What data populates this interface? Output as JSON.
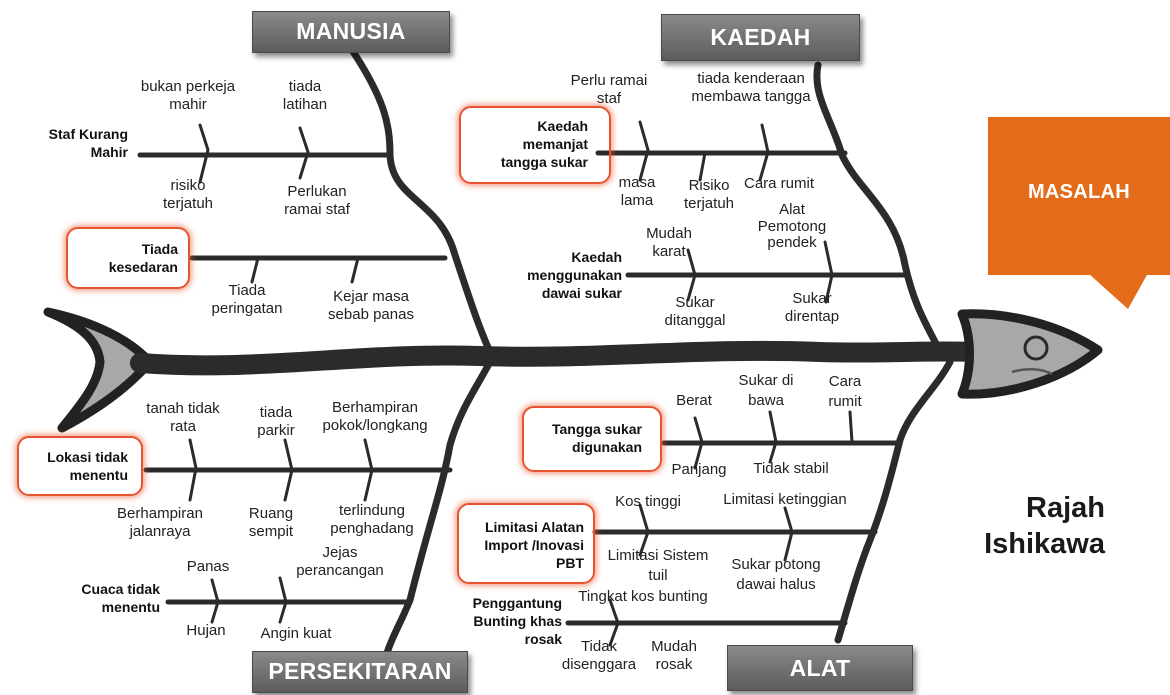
{
  "categories": {
    "manusia": "MANUSIA",
    "kaedah": "KAEDAH",
    "persekitaran": "PERSEKITARAN",
    "alat": "ALAT"
  },
  "problem": "MASALAH",
  "title_line1": "Rajah",
  "title_line2": "Ishikawa",
  "colors": {
    "category_box": "#6e6e6e",
    "problem_box": "#e46b1a",
    "highlight": "#e8532f",
    "bone": "#2b2b2b"
  },
  "manusia": {
    "cause1": {
      "line1": "Staf Kurang",
      "line2": "Mahir"
    },
    "cause1_sub": {
      "bukan_perkeja": "bukan perkeja",
      "mahir": "mahir",
      "tiada": "tiada",
      "latihan": "latihan",
      "risiko": "risiko",
      "terjatuh": "terjatuh",
      "perlukan": "Perlukan",
      "ramai_staf": "ramai staf"
    },
    "cause2": {
      "line1": "Tiada",
      "line2": "kesedaran"
    },
    "cause2_sub": {
      "tiada": "Tiada",
      "peringatan": "peringatan",
      "kejar_masa": "Kejar masa",
      "sebab_panas": "sebab panas"
    }
  },
  "kaedah": {
    "cause1": {
      "line1": "Kaedah",
      "line2": "memanjat",
      "line3": "tangga sukar"
    },
    "cause1_sub": {
      "perlu_ramai": "Perlu ramai",
      "staf": "staf",
      "tiada_kenderaan": "tiada kenderaan",
      "membawa_tangga": "membawa tangga",
      "masa": "masa",
      "lama": "lama",
      "risiko": "Risiko",
      "terjatuh": "terjatuh",
      "cara_rumit": "Cara rumit"
    },
    "cause2": {
      "line1": "Kaedah",
      "line2": "menggunakan",
      "line3": "dawai sukar"
    },
    "cause2_sub": {
      "mudah": "Mudah",
      "karat": "karat",
      "alat": "Alat",
      "pemotong": "Pemotong",
      "pendek": "pendek",
      "sukar1": "Sukar",
      "ditanggal": "ditanggal",
      "sukar2": "Sukar",
      "direntap": "direntap"
    }
  },
  "persekitaran": {
    "cause1": {
      "line1": "Lokasi tidak",
      "line2": "menentu"
    },
    "cause1_sub": {
      "tanah_tidak": "tanah tidak",
      "rata": "rata",
      "tiada": "tiada",
      "parkir": "parkir",
      "berhampiran": "Berhampiran",
      "pokok": "pokok/longkang",
      "berhampiran2": "Berhampiran",
      "jalanraya": "jalanraya",
      "ruang": "Ruang",
      "sempit": "sempit",
      "terlindung": "terlindung",
      "penghadang": "penghadang"
    },
    "cause2": {
      "line1": "Cuaca tidak",
      "line2": "menentu"
    },
    "cause2_sub": {
      "panas": "Panas",
      "jejas": "Jejas",
      "perancangan": "perancangan",
      "hujan": "Hujan",
      "angin_kuat": "Angin kuat"
    }
  },
  "alat": {
    "cause1": {
      "line1": "Tangga sukar",
      "line2": "digunakan"
    },
    "cause1_sub": {
      "berat": "Berat",
      "sukar_di": "Sukar di",
      "bawa": "bawa",
      "cara": "Cara",
      "rumit": "rumit",
      "panjang": "Panjang",
      "tidak_stabil": "Tidak stabil"
    },
    "cause2": {
      "line1": "Limitasi Alatan",
      "line2": "Import /Inovasi",
      "line3": "PBT"
    },
    "cause2_sub": {
      "kos_tinggi": "Kos tinggi",
      "limitasi_ketinggian": "Limitasi ketinggian",
      "limitasi_sistem": "Limitasi Sistem",
      "tuil": "tuil",
      "sukar_potong": "Sukar potong",
      "dawai_halus": "dawai halus"
    },
    "cause3": {
      "line1": "Penggantung",
      "line2": "Bunting khas",
      "line3": "rosak"
    },
    "cause3_sub": {
      "tingkat_kos": "Tingkat kos bunting",
      "tidak": "Tidak",
      "disenggara": "disenggara",
      "mudah": "Mudah",
      "rosak": "rosak"
    }
  }
}
